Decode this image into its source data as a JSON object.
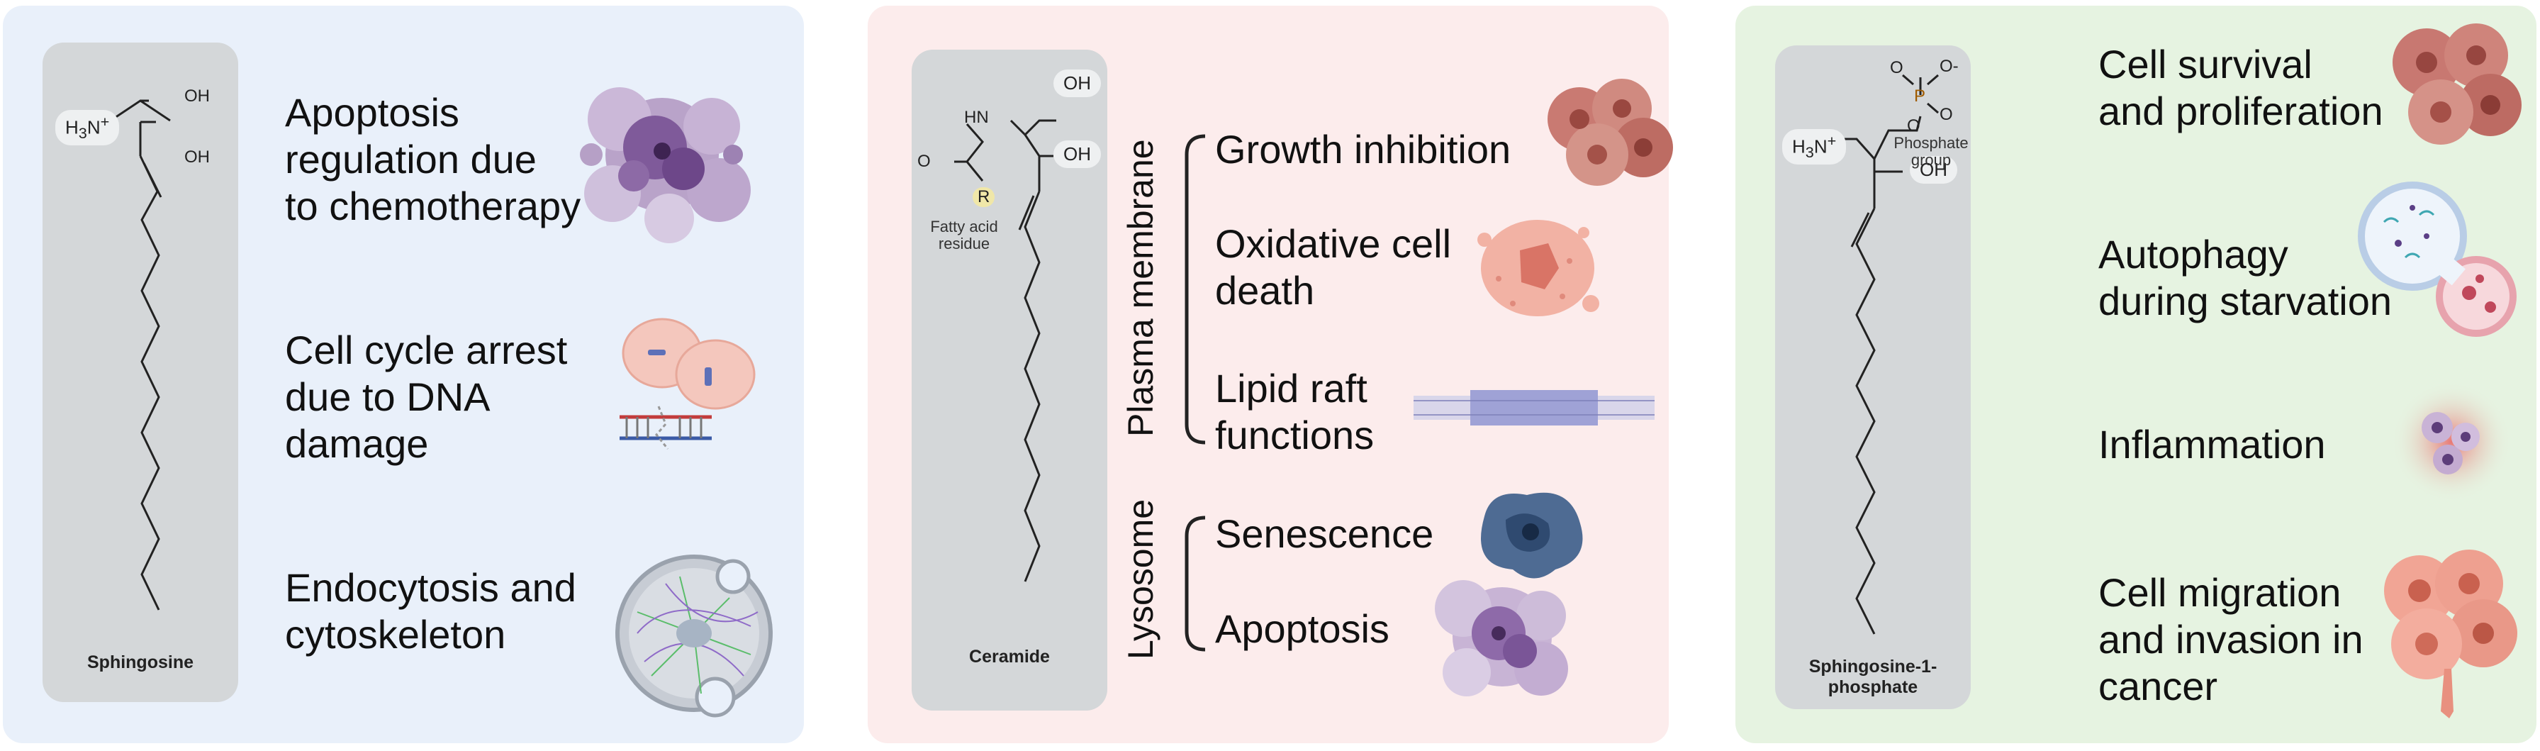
{
  "panels": {
    "sphingosine": {
      "name": "Sphingosine",
      "chem": {
        "amine": "H3N+",
        "oh1": "OH",
        "oh2": "OH"
      },
      "labels": [
        [
          "Apoptosis",
          "regulation  due",
          "to chemotherapy"
        ],
        [
          "Cell cycle arrest",
          "due to DNA",
          "damage"
        ],
        [
          "Endocytosis and",
          "cytoskeleton"
        ]
      ],
      "colors": {
        "background": "#e9f0fa"
      }
    },
    "ceramide": {
      "name": "Ceramide",
      "chem": {
        "nh": "HN",
        "oh1": "OH",
        "oh2": "OH",
        "o": "O",
        "r": "R",
        "residue_line1": "Fatty acid",
        "residue_line2": "residue"
      },
      "groups": {
        "plasma_membrane": "Plasma membrane",
        "lysosome": "Lysosome"
      },
      "labels": [
        [
          "Growth inhibition"
        ],
        [
          "Oxidative cell",
          "death"
        ],
        [
          "Lipid raft",
          "functions"
        ],
        [
          "Senescence"
        ],
        [
          "Apoptosis"
        ]
      ],
      "colors": {
        "background": "#fcecec"
      }
    },
    "s1p": {
      "name": "Sphingosine-1-phosphate",
      "chem": {
        "amine": "H3N+",
        "oh": "OH",
        "o_left": "O",
        "p": "P",
        "o_minus": "O-",
        "o_right": "O",
        "o_bottom": "O",
        "phos_line1": "Phosphate",
        "phos_line2": "group"
      },
      "labels": [
        [
          "Cell survival",
          "and proliferation"
        ],
        [
          "Autophagy",
          "during starvation"
        ],
        [
          "Inflammation"
        ],
        [
          "Cell migration",
          "and invasion in",
          "cancer"
        ]
      ],
      "colors": {
        "background": "#e6f3e1"
      }
    }
  },
  "icons": [
    "apoptotic-cell-icon",
    "dividing-cell-dna-icon",
    "cytoskeleton-cell-icon",
    "tumor-cluster-icon",
    "oxidized-cell-icon",
    "lipid-raft-membrane-icon",
    "senescent-cell-icon",
    "apoptotic-cell-icon",
    "tumor-cluster-icon",
    "autophagy-cell-icon",
    "inflammation-cells-icon",
    "migrating-tumor-icon"
  ]
}
